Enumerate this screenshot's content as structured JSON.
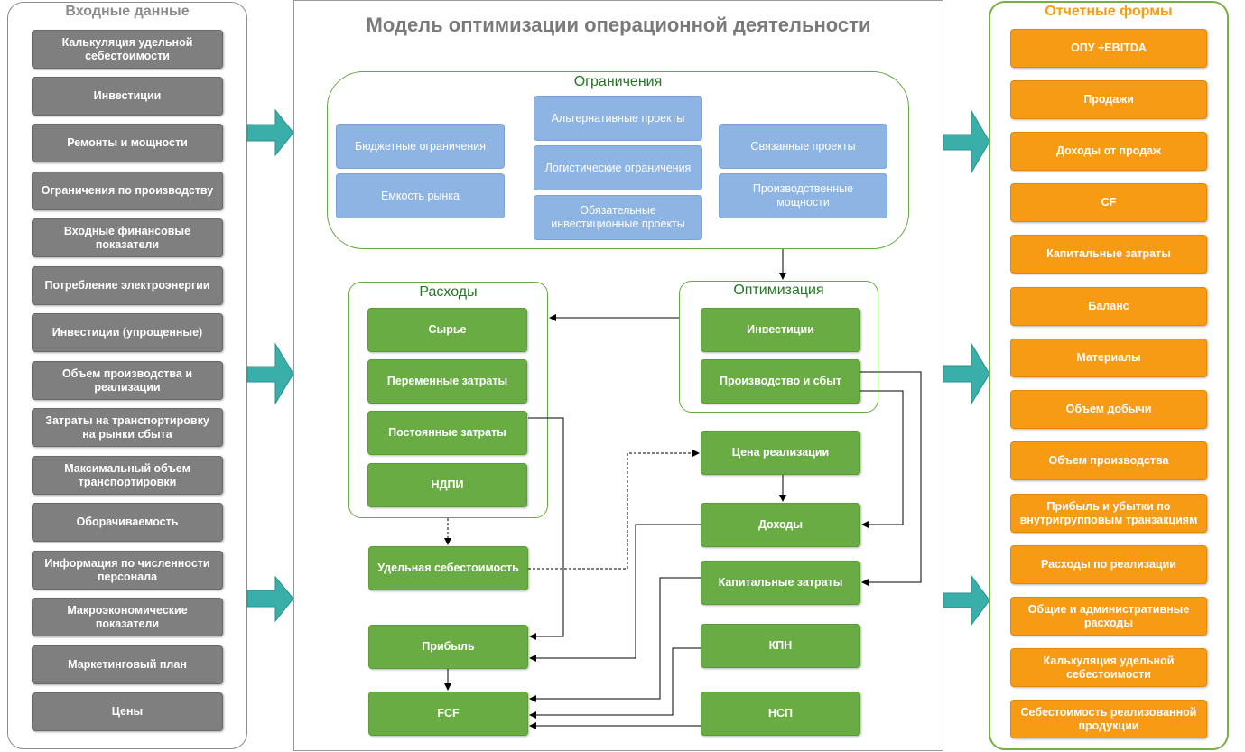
{
  "inputs": {
    "title": "Входные данные",
    "items": [
      "Калькуляция удельной себестоимости",
      "Инвестиции",
      "Ремонты и мощности",
      "Ограничения по производству",
      "Входные финансовые показатели",
      "Потребление электроэнергии",
      "Инвестиции (упрощенные)",
      "Объем производства и реализации",
      "Затраты на транспортировку на рынки сбыта",
      "Максимальный объем транспортировки",
      "Оборачиваемость",
      "Информация по численности персонала",
      "Макроэкономические показатели",
      "Маркетинговый план",
      "Цены"
    ]
  },
  "model": {
    "title": "Модель оптимизации операционной деятельности",
    "constraints": {
      "title": "Ограничения",
      "left": [
        "Бюджетные ограничения",
        "Емкость рынка"
      ],
      "middle": [
        "Альтернативные проекты",
        "Логистические ограничения",
        "Обязательные инвестиционные проекты"
      ],
      "right": [
        "Связанные проекты",
        "Производственные мощности"
      ]
    },
    "expenses": {
      "title": "Расходы",
      "items": [
        "Сырье",
        "Переменные затраты",
        "Постоянные затраты",
        "НДПИ"
      ]
    },
    "optimization": {
      "title": "Оптимизация",
      "items": [
        "Инвестиции",
        "Производство и сбыт"
      ]
    },
    "nodes": {
      "sales_price": "Цена реализации",
      "revenue": "Доходы",
      "capex": "Капитальные затраты",
      "unit_cost": "Удельная себестоимость",
      "profit": "Прибыль",
      "kpn": "КПН",
      "fcf": "FCF",
      "nsp": "НСП"
    }
  },
  "reports": {
    "title": "Отчетные формы",
    "items": [
      "ОПУ +EBITDA",
      "Продажи",
      "Доходы от продаж",
      "CF",
      "Капитальные затраты",
      "Баланс",
      "Материалы",
      "Объем добычи",
      "Объем производства",
      "Прибыль  и убытки по внутригрупповым транзакциям",
      "Расходы по реализации",
      "Общие и административные расходы",
      "Калькуляция удельной себестоимости",
      "Себестоимость реализованной продукции"
    ]
  },
  "colors": {
    "input_box": "#7f7f7f",
    "report_box": "#f79a14",
    "constraint_box": "#8eb4e3",
    "model_box": "#6aac44",
    "arrow_teal": "#3aafa9",
    "reports_border": "#76b043"
  }
}
